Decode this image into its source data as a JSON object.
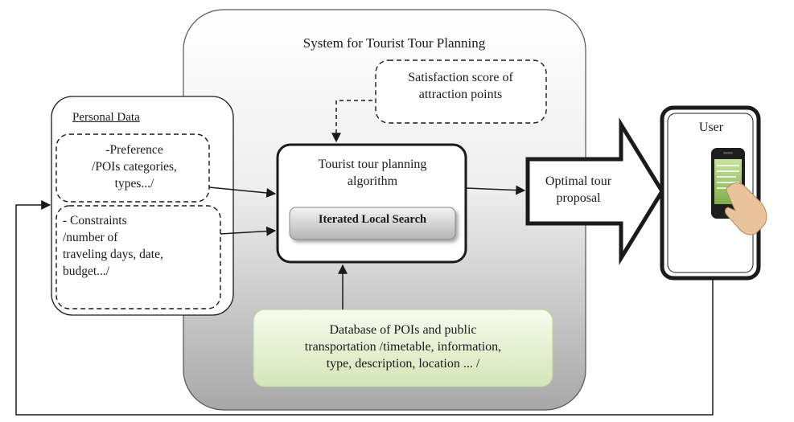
{
  "system": {
    "title": "System for Tourist Tour Planning"
  },
  "personal_data": {
    "title": "Personal Data",
    "preference": [
      "-Preference",
      "/POIs categories,",
      "types.../"
    ],
    "constraints": [
      "- Constraints",
      "/number of",
      "traveling days, date,",
      "budget.../"
    ]
  },
  "satisfaction": {
    "lines": [
      "Satisfaction score of",
      "attraction points"
    ]
  },
  "algorithm": {
    "lines": [
      "Tourist tour planning",
      "algorithm"
    ],
    "method": "Iterated Local Search"
  },
  "database": {
    "lines": [
      "Database of POIs and public",
      "transportation /timetable,  information,",
      "type, description, location ...  /"
    ]
  },
  "output": {
    "lines": [
      "Optimal tour",
      "proposal"
    ]
  },
  "user": {
    "label": "User"
  },
  "colors": {
    "system_bg_top": "#ffffff",
    "system_bg_bottom": "#a8a8a8",
    "database_bg_top": "#f7fbee",
    "database_bg_bottom": "#d4e6b8",
    "ils_bg_top": "#f2f2f2",
    "ils_bg_bottom": "#b4b4b4",
    "line": "#1a1a1a"
  },
  "icons": {
    "user_device": "smartphone-with-hand-icon"
  }
}
